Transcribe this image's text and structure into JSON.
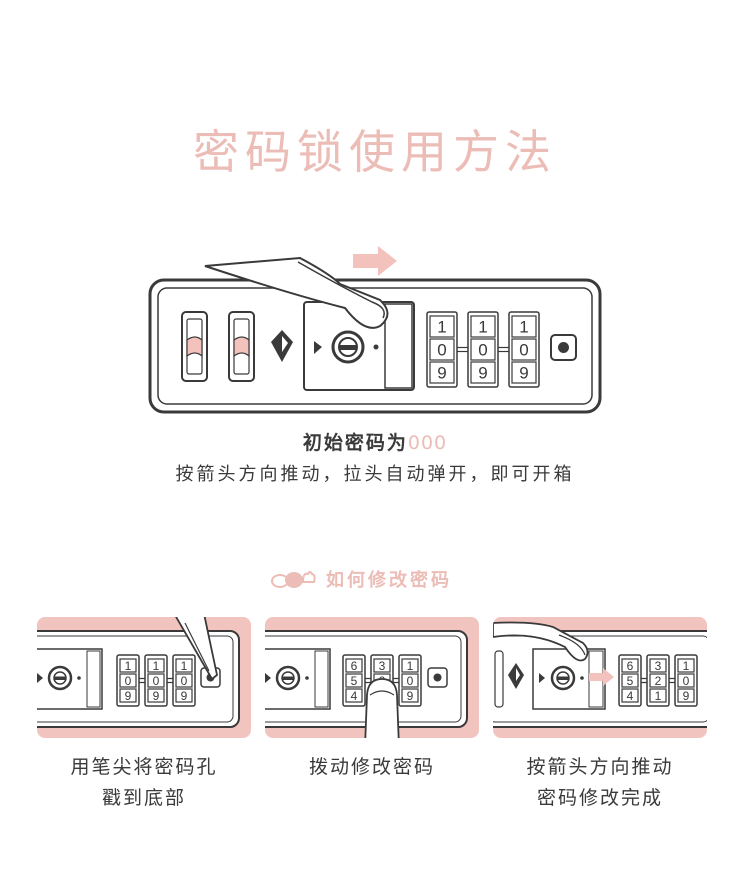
{
  "title": "密码锁使用方法",
  "lock_digits": {
    "initial": [
      [
        "1",
        "0",
        "9"
      ],
      [
        "1",
        "0",
        "9"
      ],
      [
        "1",
        "0",
        "9"
      ]
    ],
    "changed": [
      [
        "6",
        "5",
        "4"
      ],
      [
        "3",
        "2",
        "1"
      ],
      [
        "1",
        "0",
        "9"
      ]
    ]
  },
  "caption": {
    "prefix": "初始密码为",
    "code": "000",
    "instruction": "按箭头方向推动，拉头自动弹开，即可开箱"
  },
  "section": {
    "label": "如何修改密码"
  },
  "steps": [
    {
      "line1": "用笔尖将密码孔",
      "line2": "戳到底部"
    },
    {
      "line1": "拨动修改密码",
      "line2": ""
    },
    {
      "line1": "按箭头方向推动",
      "line2": "密码修改完成"
    }
  ],
  "colors": {
    "accent": "#ecbcb6",
    "panel_bg": "#f2c4bf",
    "line": "#3a3a3a"
  }
}
